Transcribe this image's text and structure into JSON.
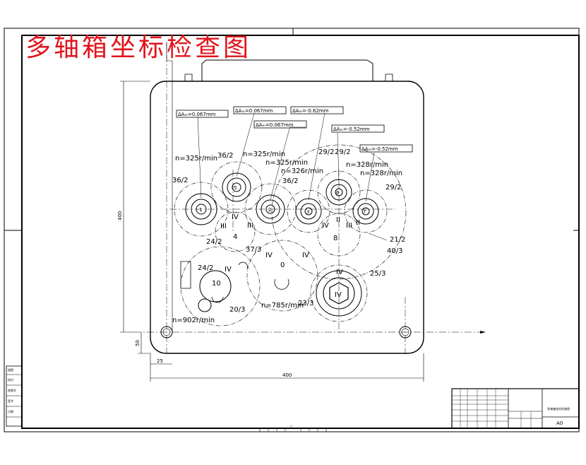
{
  "drawing": {
    "title": "多轴箱坐标检查图",
    "tolerances": [
      "ΔAₘ=0.067mm",
      "ΔAₘ=0.067mm",
      "ΔAₘ=0.067mm",
      "ΔAₘ=-0.62mm",
      "ΔAₘ=-0.52mm",
      "ΔAₘ=-0.52mm"
    ],
    "speeds": [
      "n=325r/min",
      "n=325r/min",
      "n=325r/min",
      "n=326r/min",
      "n=328r/min",
      "n=328r/min",
      "n=785r/min",
      "n=902r/min"
    ],
    "gear_ratios": [
      "36/2",
      "36/2",
      "36/2",
      "29/2",
      "29/2",
      "29/2",
      "24/2",
      "24/2",
      "37/3",
      "21/2",
      "40/3",
      "25/3",
      "20/3",
      "23/3"
    ],
    "numbers": [
      "5",
      "1",
      "2",
      "3",
      "6",
      "7",
      "4",
      "10",
      "0",
      "8"
    ],
    "romans": [
      "III",
      "IV",
      "III",
      "IV",
      "II",
      "III",
      "II",
      "IV",
      "IV",
      "IV",
      "IV",
      "IV"
    ],
    "dimensions": [
      "400",
      "400",
      "50",
      "25"
    ],
    "title_block": {
      "cell_drawing_name": "多轴箱坐标检查图",
      "cell_size": "A0",
      "left_cells": [
        "描图",
        "校对",
        "底图号",
        "签字",
        "日期"
      ]
    }
  }
}
